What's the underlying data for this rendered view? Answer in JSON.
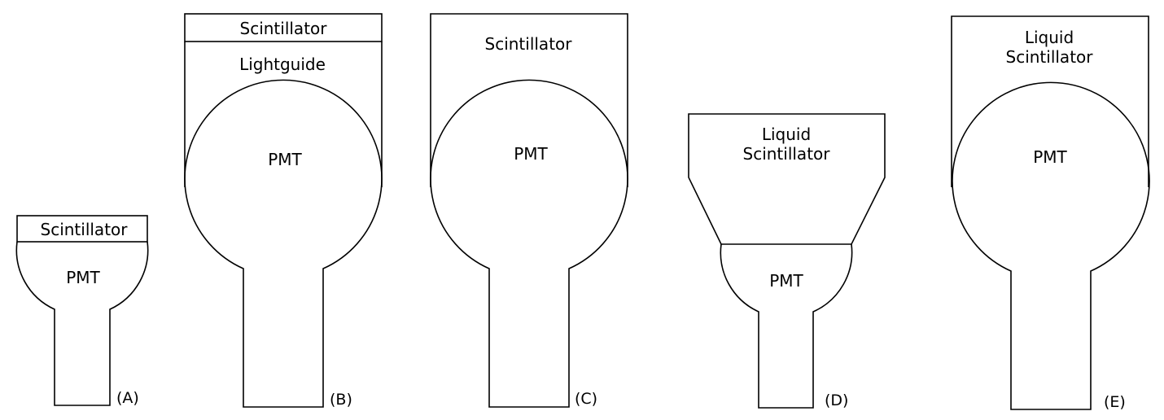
{
  "panels": {
    "a": {
      "top_label": "Scintillator",
      "pmt_label": "PMT",
      "tag": "(A)"
    },
    "b": {
      "top_label": "Scintillator",
      "guide_label": "Lightguide",
      "pmt_label": "PMT",
      "tag": "(B)"
    },
    "c": {
      "top_label": "Scintillator",
      "pmt_label": "PMT",
      "tag": "(C)"
    },
    "d": {
      "top_label_line1": "Liquid",
      "top_label_line2": "Scintillator",
      "pmt_label": "PMT",
      "tag": "(D)"
    },
    "e": {
      "top_label_line1": "Liquid",
      "top_label_line2": "Scintillator",
      "pmt_label": "PMT",
      "tag": "(E)"
    }
  }
}
